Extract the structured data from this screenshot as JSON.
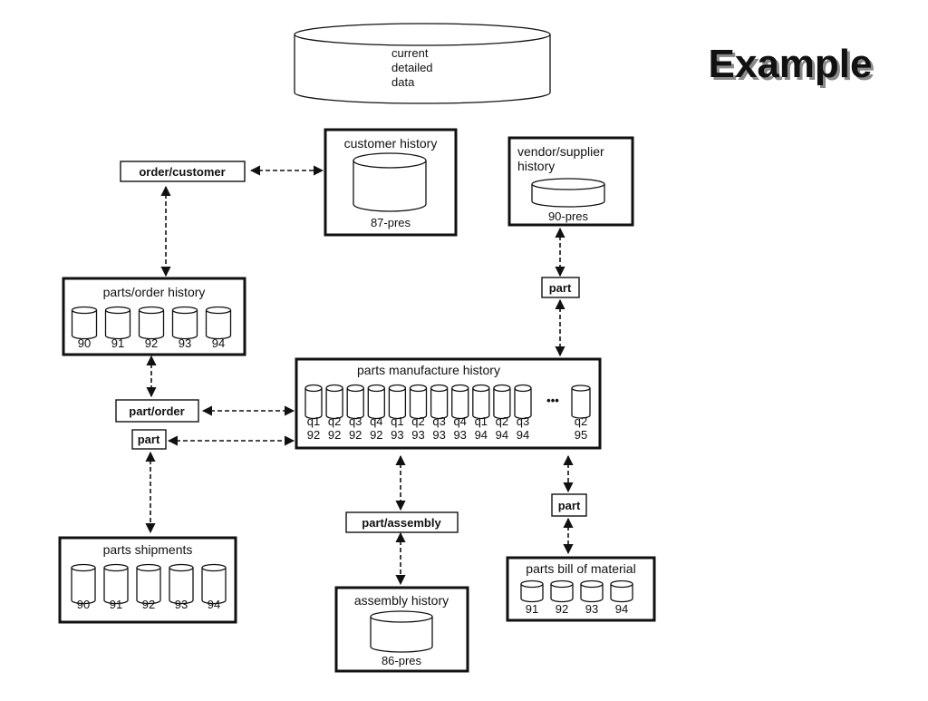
{
  "title": "Example",
  "source": {
    "lines": [
      "current",
      "detailed",
      "data"
    ]
  },
  "stores": {
    "customer_history": {
      "title": "customer history",
      "label": "87-pres"
    },
    "vendor_history": {
      "title_lines": [
        "vendor/supplier",
        "history"
      ],
      "label": "90-pres"
    },
    "parts_order_history": {
      "title": "parts/order history",
      "labels": [
        "90",
        "91",
        "92",
        "93",
        "94"
      ]
    },
    "parts_manufacture_history": {
      "title": "parts manufacture history",
      "quarters": [
        "q1",
        "q2",
        "q3",
        "q4",
        "q1",
        "q2",
        "q3",
        "q4",
        "q1",
        "q2",
        "q3"
      ],
      "years": [
        "92",
        "92",
        "92",
        "92",
        "93",
        "93",
        "93",
        "93",
        "94",
        "94",
        "94"
      ],
      "ellipsis": "•••",
      "last_quarter": "q2",
      "last_year": "95"
    },
    "parts_shipments": {
      "title": "parts shipments",
      "labels": [
        "90",
        "91",
        "92",
        "93",
        "94"
      ]
    },
    "assembly_history": {
      "title": "assembly history",
      "label": "86-pres"
    },
    "parts_bill_of_material": {
      "title": "parts bill of material",
      "labels": [
        "91",
        "92",
        "93",
        "94"
      ]
    }
  },
  "connectors": {
    "order_customer": "order/customer",
    "part_vendor": "part",
    "part_order": "part/order",
    "part_left": "part",
    "part_assembly": "part/assembly",
    "part_bom": "part"
  }
}
